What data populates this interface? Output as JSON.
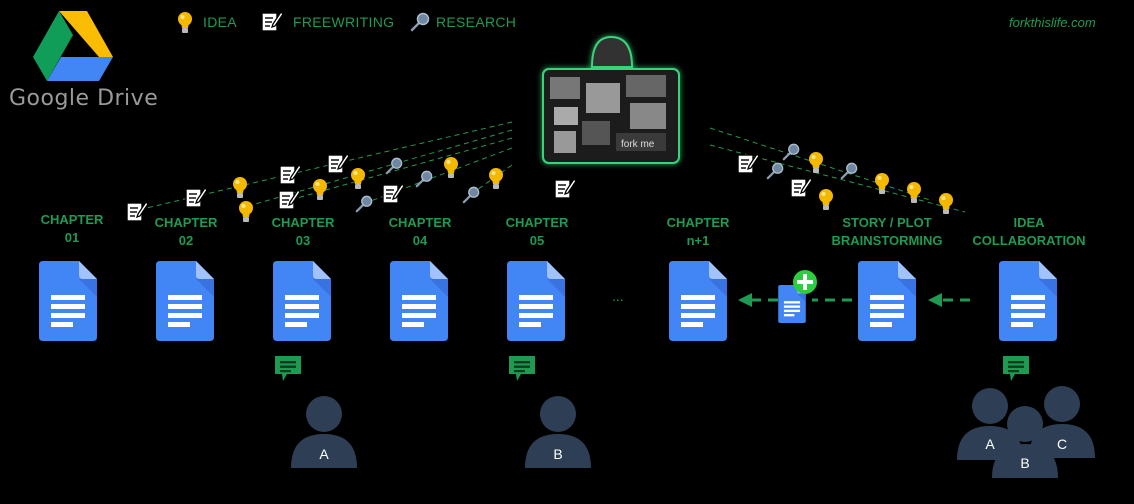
{
  "brand": {
    "name": "Google Drive"
  },
  "legend": {
    "idea": "IDEA",
    "freewriting": "FREEWRITING",
    "research": "RESEARCH"
  },
  "site": "forkthislife.com",
  "laptop_sticker": "fork me",
  "columns": [
    {
      "line1": "CHAPTER",
      "line2": "01"
    },
    {
      "line1": "CHAPTER",
      "line2": "02"
    },
    {
      "line1": "CHAPTER",
      "line2": "03"
    },
    {
      "line1": "CHAPTER",
      "line2": "04"
    },
    {
      "line1": "CHAPTER",
      "line2": "05"
    },
    {
      "line1": "CHAPTER",
      "line2": "n+1"
    },
    {
      "line1": "STORY / PLOT",
      "line2": "BRAINSTORMING"
    },
    {
      "line1": "IDEA",
      "line2": "COLLABORATION"
    }
  ],
  "ellipsis": "...",
  "avatars": {
    "a": "A",
    "b": "B",
    "group": [
      "A",
      "B",
      "C"
    ]
  },
  "colors": {
    "accent": "#1f9a52",
    "doc_blue": "#4285f4",
    "bulb": "#f5b800",
    "avatar": "#2e3f55"
  }
}
